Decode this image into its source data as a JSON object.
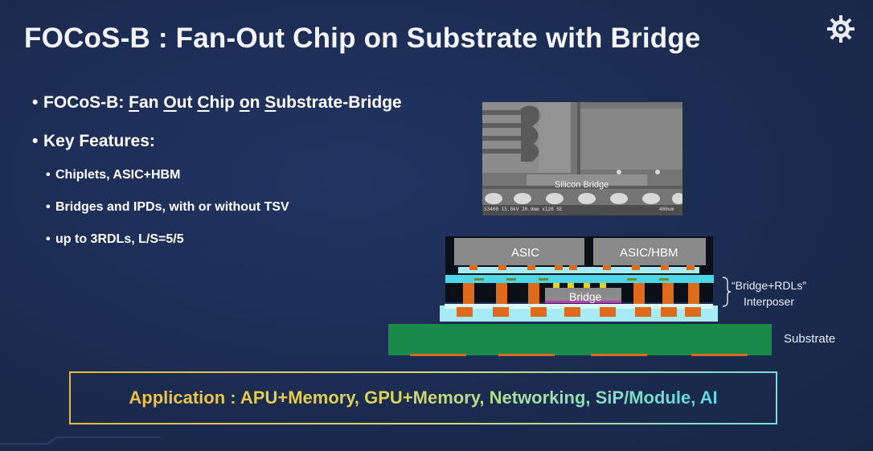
{
  "title": "FOCoS-B : Fan-Out Chip on Substrate with Bridge",
  "bullets": {
    "definition_prefix": "FOCoS-B: ",
    "definition_words": [
      "F",
      "an ",
      "O",
      "ut ",
      "C",
      "hip ",
      "o",
      "n ",
      "S",
      "ubstrate-Bridge"
    ],
    "key_features_label": "Key Features:",
    "features": [
      "Chiplets, ASIC+HBM",
      "Bridges and IPDs, with or without TSV",
      "up to 3RDLs, L/S=5/5"
    ]
  },
  "sem_image": {
    "label": "Silicon Bridge",
    "scale_text": "S3400 15.0kV 20.9mm x120 SE",
    "scale_bar_text": "400um"
  },
  "diagram": {
    "die_left": "ASIC",
    "die_right": "ASIC/HBM",
    "bridge": "Bridge",
    "interposer_label_line1": "“Bridge+RDLs”",
    "interposer_label_line2": "Interposer",
    "substrate_label": "Substrate"
  },
  "application": "Application : APU+Memory, GPU+Memory, Networking, SiP/Module, AI",
  "colors": {
    "background": "#1c2d52",
    "die": "#8a8a8a",
    "copper": "#e06a1c",
    "interposer": "#9fe7f2",
    "substrate": "#1a8a48",
    "bridge_accent": "#c23ab0"
  },
  "icons": [
    "gear-logo-icon"
  ]
}
